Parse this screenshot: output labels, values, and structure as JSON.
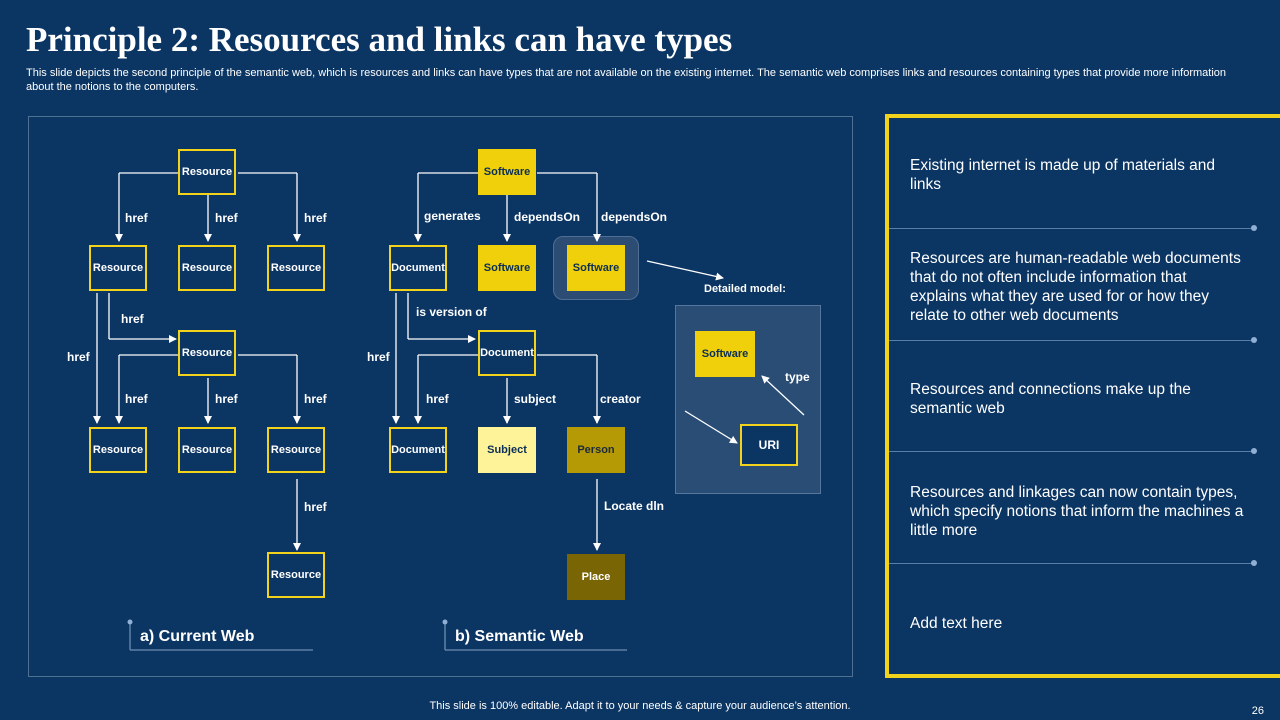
{
  "title": "Principle 2: Resources and links can have types",
  "subtitle": "This slide depicts the second principle of the semantic web, which is resources and links can have types that are not available on the existing internet. The semantic web comprises links and resources containing types that provide more information about the notions to the computers.",
  "current_web": {
    "label": "a) Current Web",
    "resource": "Resource",
    "href": "href"
  },
  "semantic_web": {
    "label": "b) Semantic Web",
    "software": "Software",
    "document": "Document",
    "subject": "Subject",
    "person": "Person",
    "place": "Place",
    "generates": "generates",
    "depends_on": "dependsOn",
    "is_version_of": "is version of",
    "href": "href",
    "subject_link": "subject",
    "creator": "creator",
    "locate_in": "Locate dln",
    "detailed_model": "Detailed model:",
    "type": "type",
    "uri": "URI"
  },
  "side_points": [
    "Existing internet is made up of materials and links",
    "Resources are human-readable web documents that do not often include information that explains what they are used for or how they relate to other web documents",
    "Resources and connections make up the semantic web",
    "Resources and linkages can now contain types, which specify notions that inform the machines a little more",
    "Add text here"
  ],
  "footer": "This slide is 100% editable. Adapt it to your needs & capture your audience’s attention.",
  "page_number": "26",
  "colors": {
    "background": "#0b3563",
    "accent_yellow": "#f2d21a",
    "pale_yellow": "#fff39a",
    "olive": "#b59a05",
    "dark_olive": "#7a6504"
  }
}
